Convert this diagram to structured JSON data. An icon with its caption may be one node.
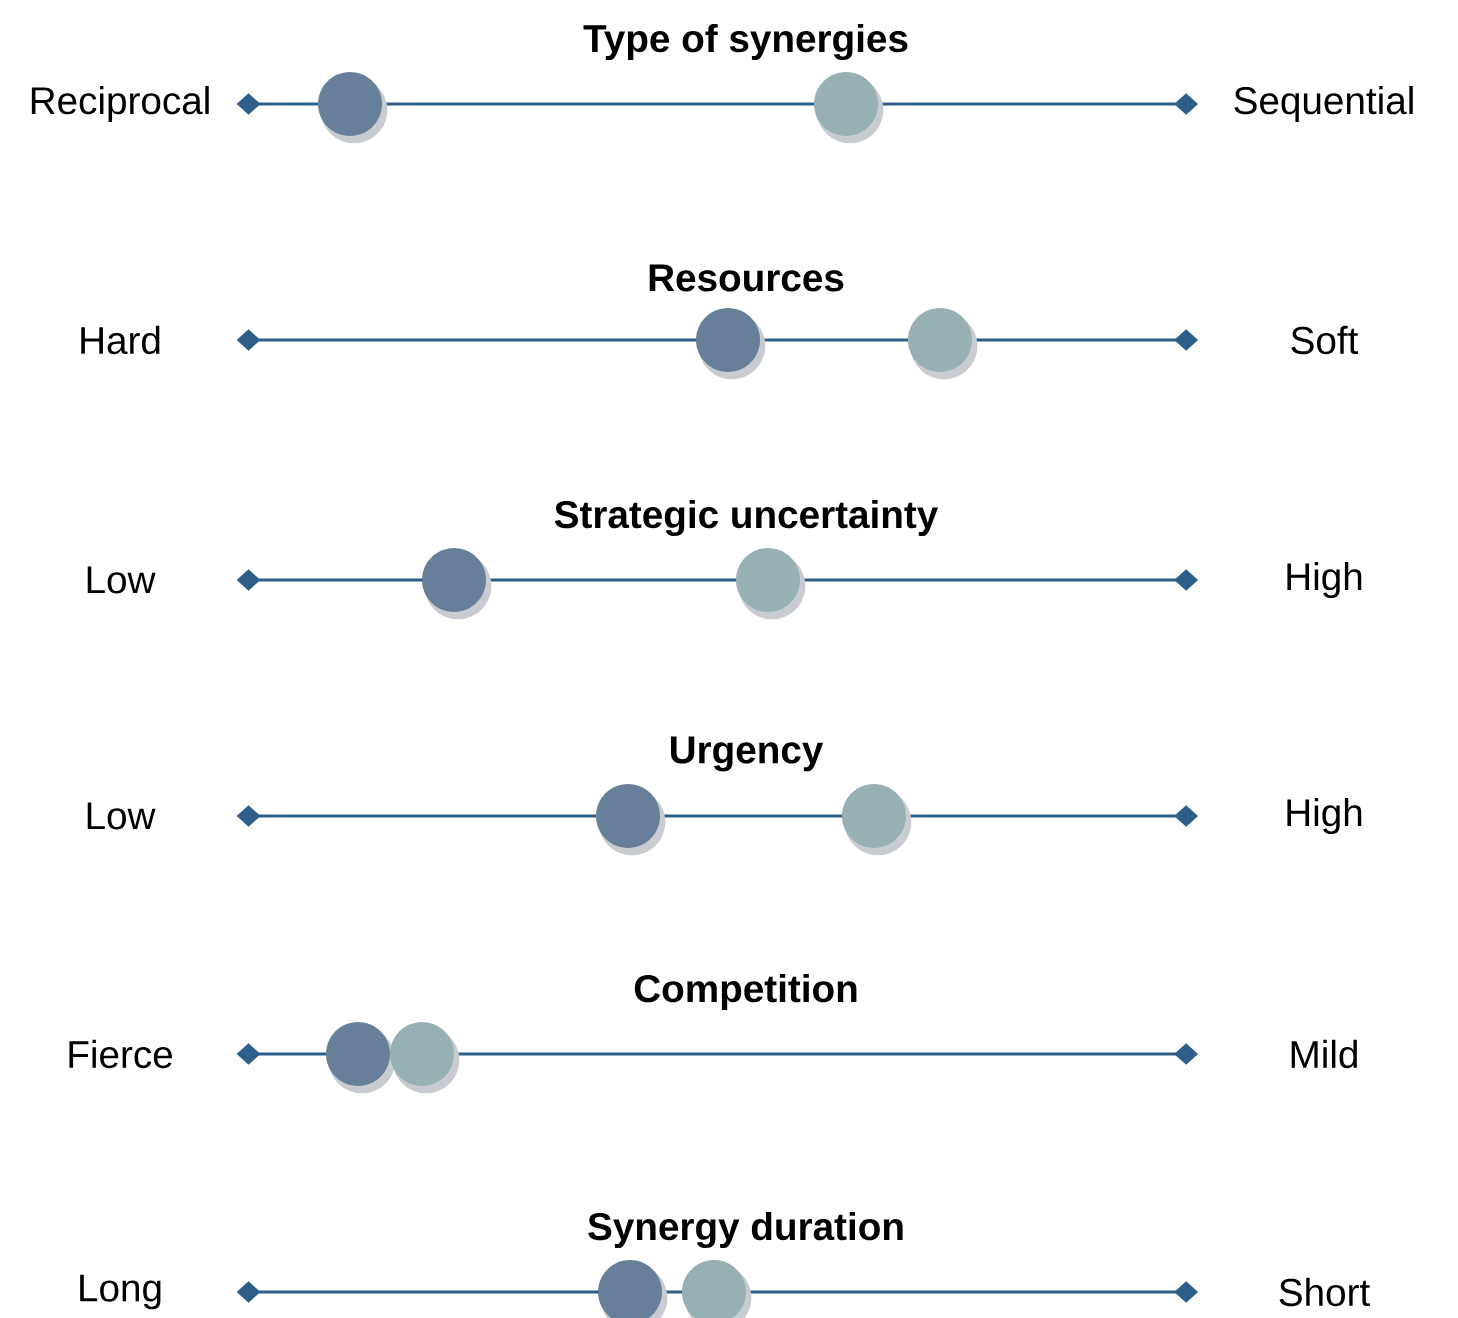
{
  "diagram": {
    "nodes": [
      {
        "text": [
          "Reciprocal"
        ]
      },
      {
        "text": [
          "Sequential"
        ]
      },
      {
        "text": [
          "Hard"
        ]
      },
      {
        "text": [
          "Soft"
        ]
      },
      {
        "text": [
          "Low"
        ]
      },
      {
        "text": [
          "High"
        ]
      },
      {
        "text": [
          "Low"
        ]
      },
      {
        "text": [
          "High"
        ]
      },
      {
        "text": [
          "Fierce"
        ]
      },
      {
        "text": [
          "Mild"
        ]
      },
      {
        "text": [
          "Long"
        ]
      },
      {
        "text": [
          "Short"
        ]
      }
    ],
    "edges": [
      {
        "from": 0,
        "to": 1,
        "arrow": "other"
      },
      {
        "from": 2,
        "to": 3,
        "arrow": "other"
      },
      {
        "from": 4,
        "to": 5,
        "arrow": "other"
      },
      {
        "from": 6,
        "to": 7,
        "arrow": "other"
      },
      {
        "from": 8,
        "to": 9,
        "arrow": "other"
      },
      {
        "from": 10,
        "to": 11,
        "arrow": "other"
      }
    ],
    "labels": [
      "Type of synergies",
      "Resources",
      "Strategic uncertainty",
      "Urgency",
      "Competition",
      "Synergy duration"
    ]
  }
}
